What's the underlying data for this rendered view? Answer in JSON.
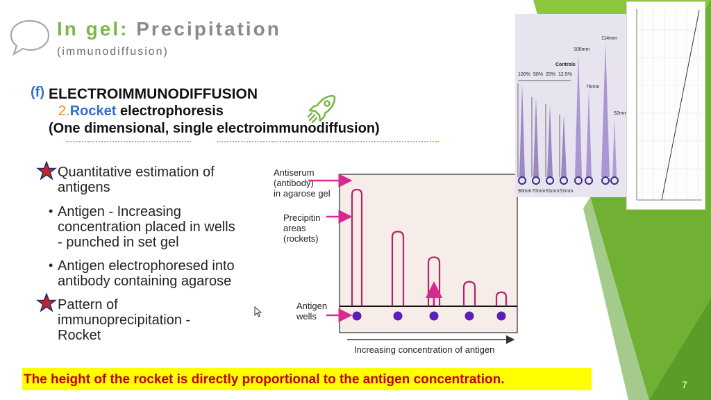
{
  "header": {
    "title_part1": "In gel:",
    "title_part2": "Precipitation",
    "subtitle": "(immunodiffusion)"
  },
  "heading": {
    "label": "(f)",
    "main": "ELECTROIMMUNODIFFUSION",
    "number": "2.",
    "sub_highlight": "Rocket",
    "sub_rest": "electrophoresis",
    "paren": "(One dimensional, single electroimmunodiffusion)"
  },
  "bullets": [
    {
      "type": "star",
      "lines": [
        "Quantitative estimation of",
        "antigens"
      ]
    },
    {
      "type": "dot",
      "lines": [
        "Antigen - Increasing",
        "concentration placed in wells",
        "- punched in set gel"
      ]
    },
    {
      "type": "dot",
      "lines": [
        "Antigen electrophoresed into",
        "antibody  containing agarose"
      ]
    },
    {
      "type": "star",
      "lines": [
        "Pattern of",
        "immunoprecipitation -",
        "Rocket"
      ]
    }
  ],
  "diagram": {
    "label_antiserum": [
      "Antiserum",
      "(antibody)",
      "in agarose gel"
    ],
    "label_precipitin": [
      "Precipitin",
      "areas",
      "(rockets)"
    ],
    "label_wells": [
      "Antigen",
      "wells"
    ],
    "caption": "Increasing concentration of antigen",
    "rocket_heights": [
      1.0,
      0.64,
      0.42,
      0.21,
      0.12
    ]
  },
  "gel_photo": {
    "controls_label": "Controls",
    "percentages": [
      "100%",
      "50%",
      "25%",
      "12.5%"
    ],
    "mm_labels": [
      "114mm",
      "108mm",
      "76mm",
      "52mm"
    ],
    "bottom_labels": [
      "90mm",
      "70mm",
      "61mm",
      "51mm"
    ]
  },
  "footer": {
    "banner": "The height of the rocket is directly proportional to the antigen concentration.",
    "page_number": "7"
  },
  "colors": {
    "accent_green": "#7ab648",
    "dark_green": "#5aa02c",
    "rocket_magenta": "#b0246a",
    "well_purple": "#5b1fb5",
    "arrow_pink": "#d62a8f",
    "banner_yellow": "#ffff00",
    "banner_text": "#c00000"
  }
}
